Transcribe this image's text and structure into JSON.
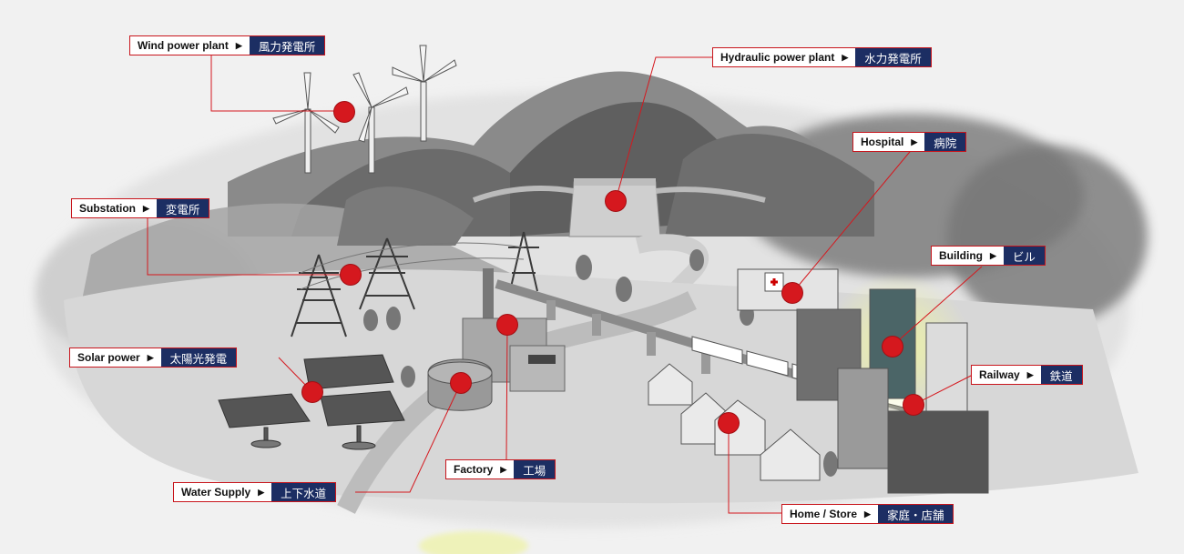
{
  "labels": [
    {
      "id": "wind",
      "en": "Wind power plant",
      "jp": "風力発電所"
    },
    {
      "id": "hydro",
      "en": "Hydraulic power plant",
      "jp": "水力発電所"
    },
    {
      "id": "hospital",
      "en": "Hospital",
      "jp": "病院"
    },
    {
      "id": "substation",
      "en": "Substation",
      "jp": "変電所"
    },
    {
      "id": "building",
      "en": "Building",
      "jp": "ビル"
    },
    {
      "id": "solar",
      "en": "Solar power",
      "jp": "太陽光発電"
    },
    {
      "id": "railway",
      "en": "Railway",
      "jp": "鉄道"
    },
    {
      "id": "factory",
      "en": "Factory",
      "jp": "工場"
    },
    {
      "id": "water",
      "en": "Water Supply",
      "jp": "上下水道"
    },
    {
      "id": "home",
      "en": "Home / Store",
      "jp": "家庭・店舗"
    }
  ],
  "arrow_glyph": "▶",
  "colors": {
    "accent": "#d5181e",
    "label_jp_bg": "#1c2e63",
    "background": "#f1f1f1",
    "highlight": "#e9f0a6"
  }
}
